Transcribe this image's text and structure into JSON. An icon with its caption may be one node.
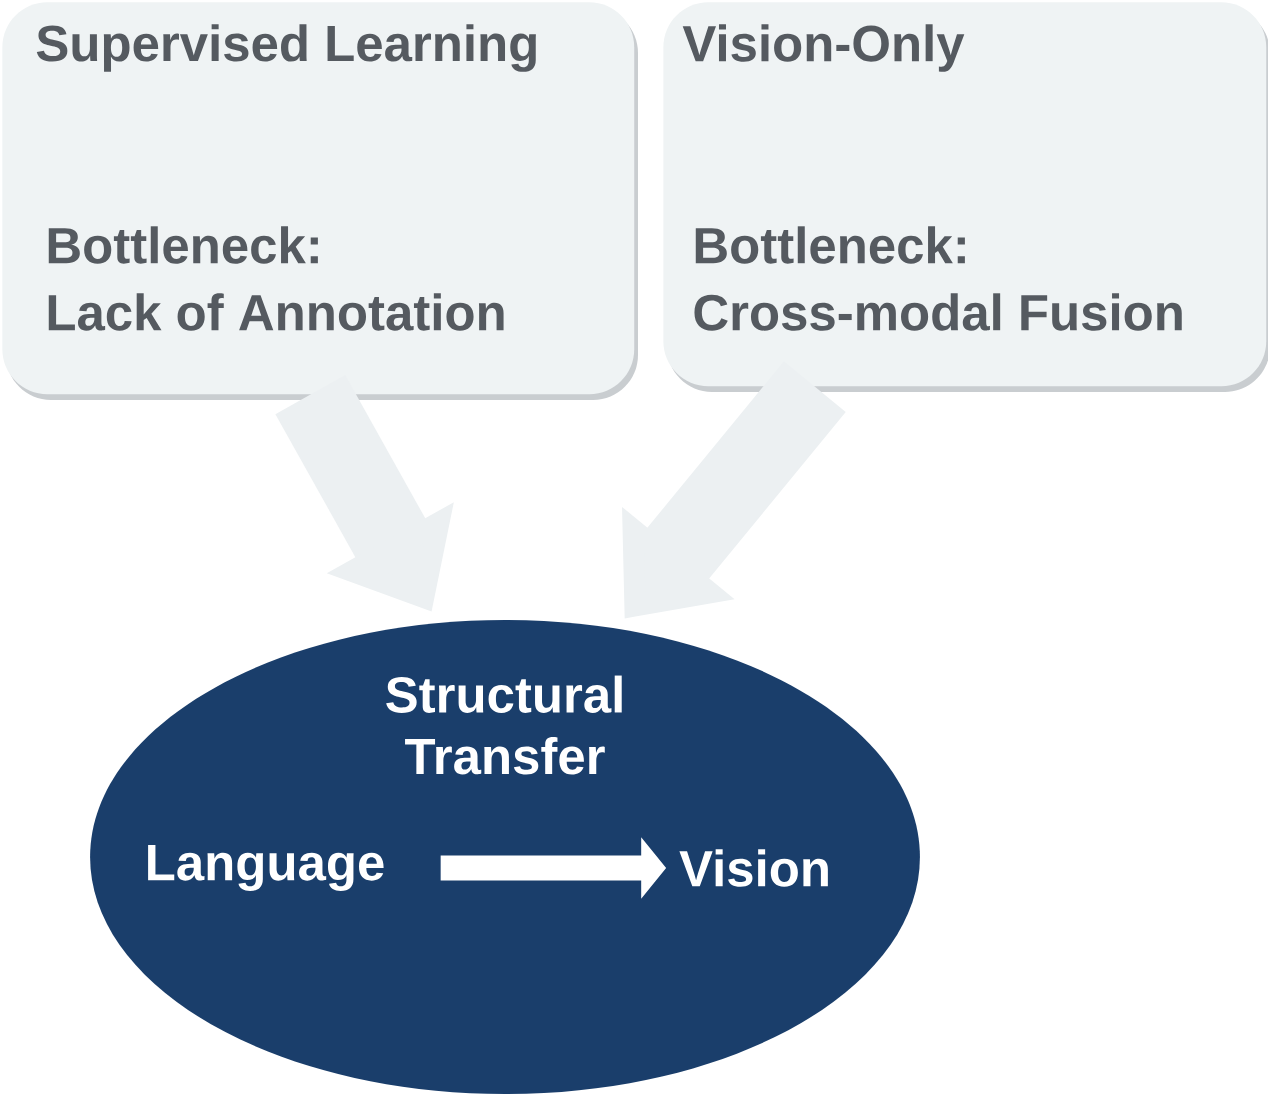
{
  "diagram": {
    "nodes": [
      {
        "text": [
          "Supervised Learning",
          "Bottleneck:",
          "Lack of Annotation"
        ]
      },
      {
        "text": [
          "Vision-Only",
          "Bottleneck:",
          "Cross-modal Fusion"
        ]
      },
      {
        "text": [
          "Structural Transfer"
        ]
      },
      {
        "text": [
          "Language"
        ],
        "in": 2
      },
      {
        "text": [
          "Vision"
        ],
        "in": 2
      }
    ],
    "edges": [
      {
        "from": 0,
        "to": 2,
        "arrow": "to"
      },
      {
        "from": 1,
        "to": 2,
        "arrow": "to"
      },
      {
        "from": 3,
        "to": 4,
        "arrow": "to"
      }
    ]
  }
}
